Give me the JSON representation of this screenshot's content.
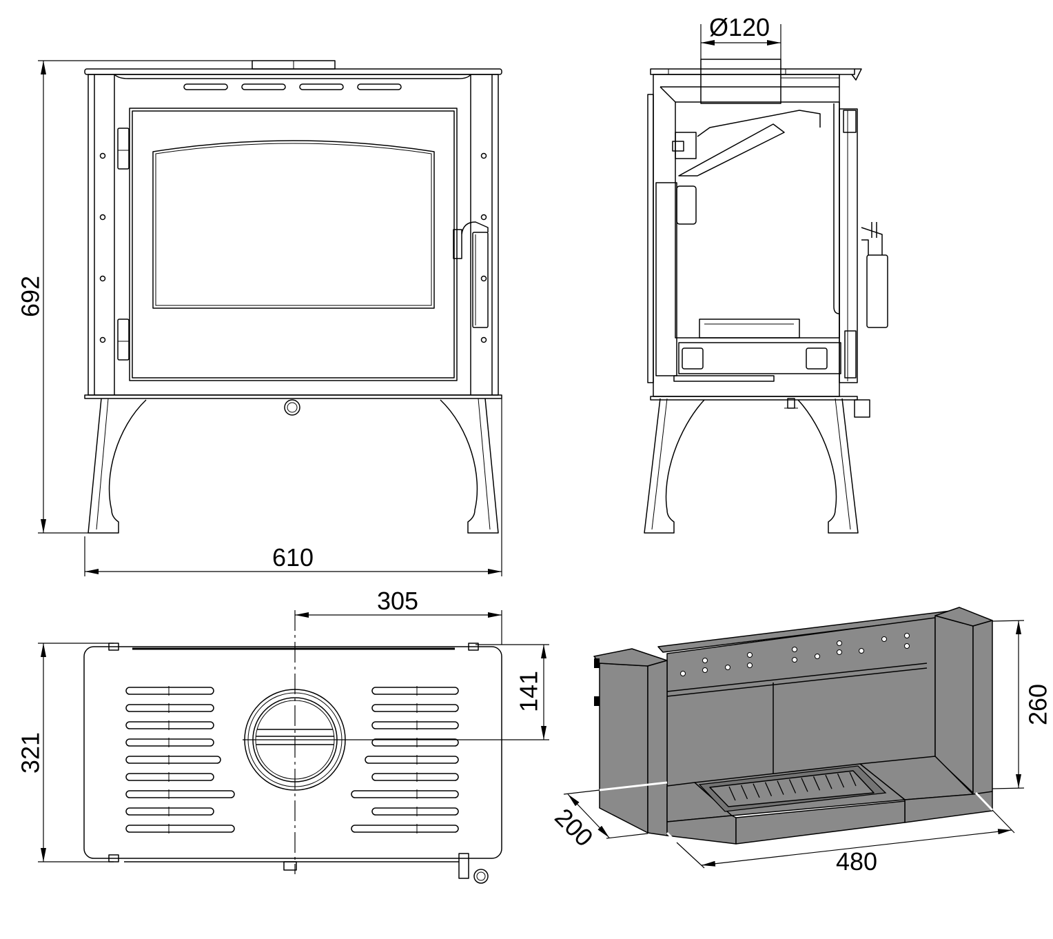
{
  "front_view": {
    "height_dimension": "692",
    "width_dimension": "610"
  },
  "side_view": {
    "flue_diameter_dimension": "Ø120"
  },
  "top_view": {
    "flue_offset_width_dimension": "305",
    "flue_offset_depth_dimension": "141",
    "depth_dimension": "321"
  },
  "firebox_view": {
    "height_dimension": "260",
    "depth_dimension": "200",
    "width_dimension": "480"
  }
}
